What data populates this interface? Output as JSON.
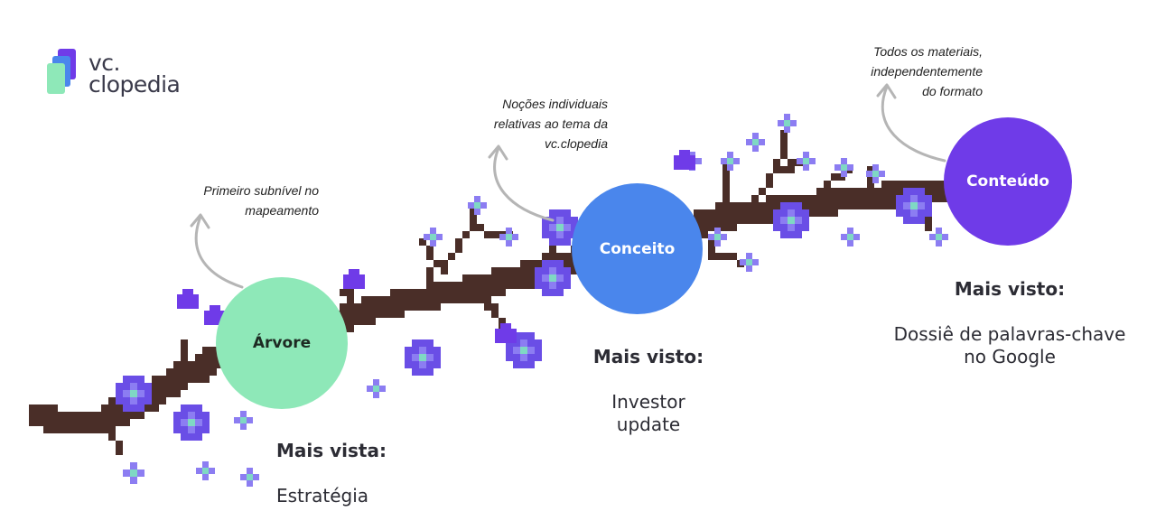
{
  "logo": {
    "line1": "vc.",
    "line2": "clopedia"
  },
  "colors": {
    "branch": "#4a2e28",
    "flower_light": "#8c7df2",
    "flower_mid": "#6a4ee6",
    "flower_center": "#7fd8c4",
    "leaf": "#6f3be8",
    "arvore": "#8ee8b8",
    "conceito": "#4a86ec",
    "conteudo": "#6f3be8",
    "arrow": "#b5b5b5"
  },
  "notes": {
    "arvore": "Primeiro subnível no\nmapeamento",
    "conceito": "Noções individuais\nrelativas ao tema da\nvc.clopedia",
    "conteudo": "Todos os materiais,\nindependentemente\ndo formato"
  },
  "nodes": {
    "arvore": {
      "label": "Árvore",
      "caption_label": "Mais vista:",
      "caption_value": "Estratégia"
    },
    "conceito": {
      "label": "Conceito",
      "caption_label": "Mais visto:",
      "caption_value": "Investor\nupdate"
    },
    "conteudo": {
      "label": "Conteúdo",
      "caption_label": "Mais visto:",
      "caption_value": "Dossiê de palavras-chave\nno Google"
    }
  }
}
